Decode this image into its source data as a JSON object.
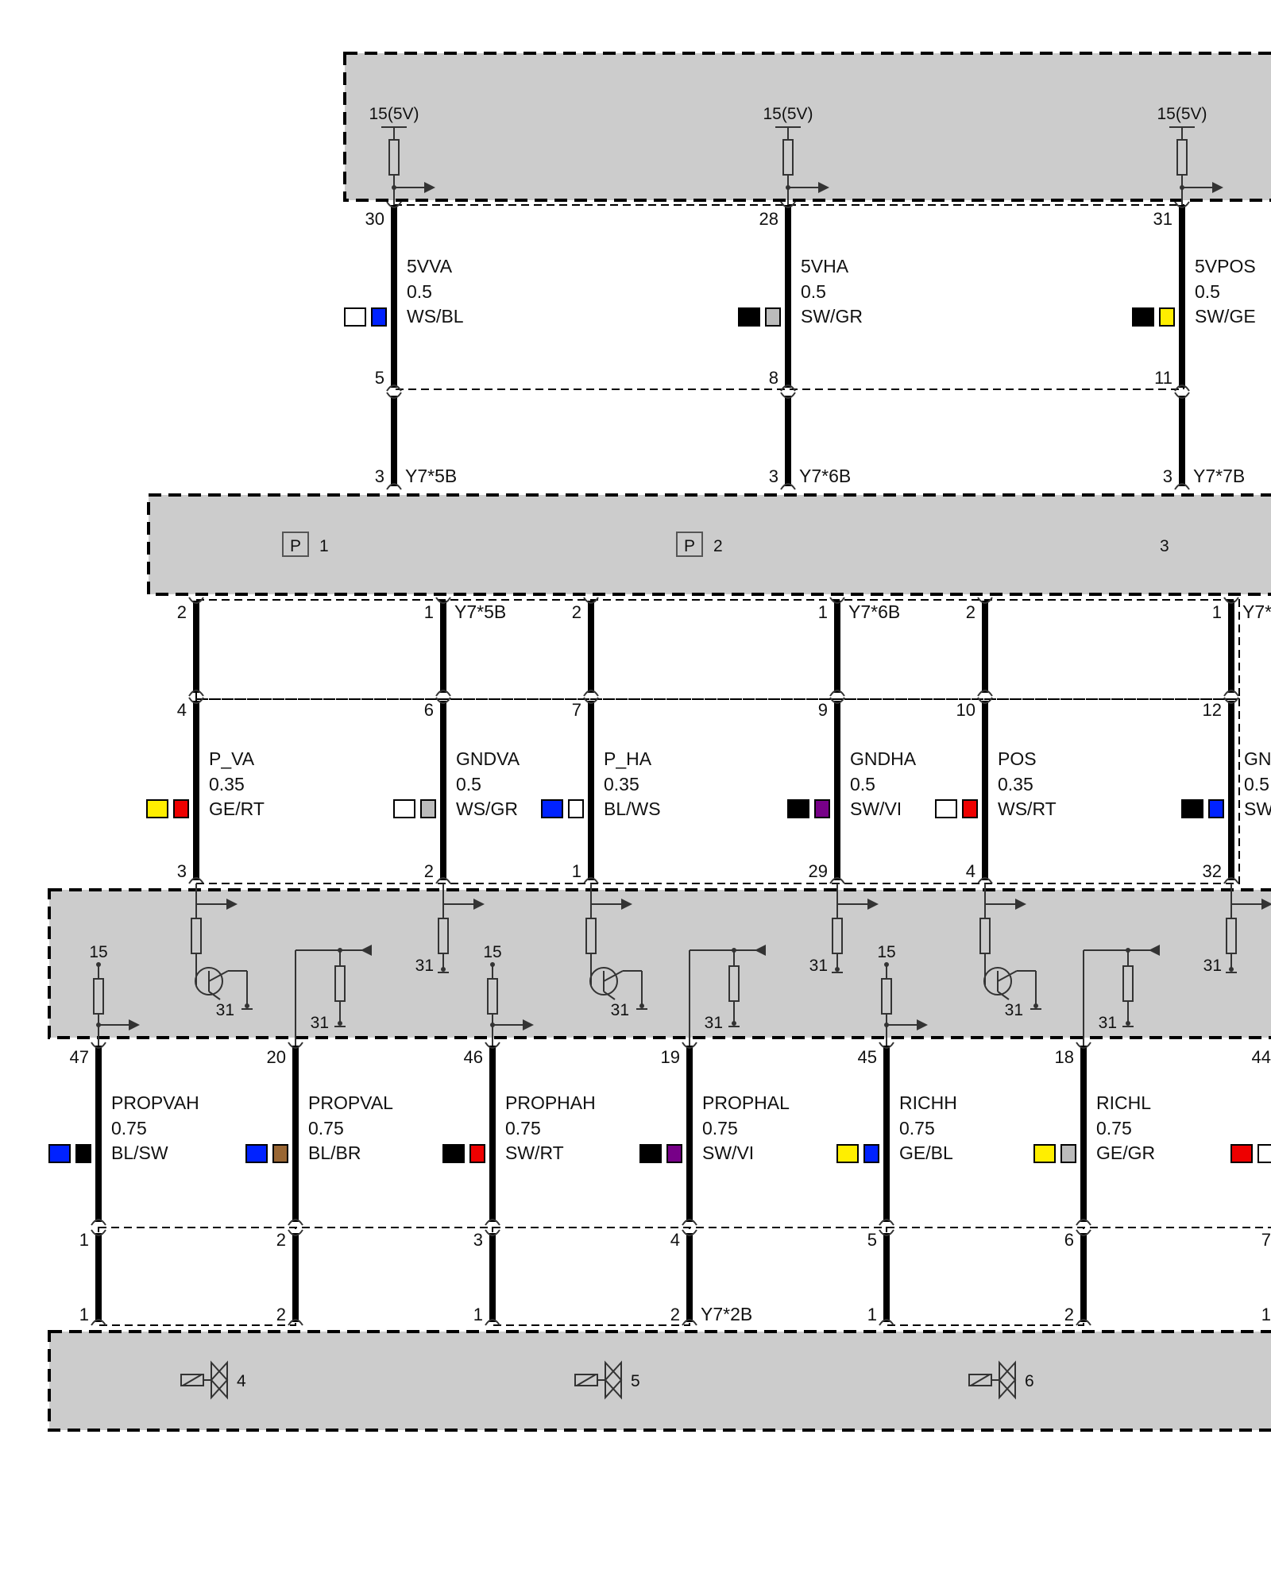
{
  "modules": {
    "top_supply_labels": [
      "15(5V)",
      "15(5V)",
      "15(5V)"
    ],
    "middle": {
      "items": [
        {
          "badge": "P",
          "number": "1"
        },
        {
          "badge": "P",
          "number": "2"
        },
        {
          "badge": "",
          "number": "3"
        }
      ]
    },
    "driver": {
      "ground_label": "31",
      "supply_label": "15"
    },
    "valves": [
      "4",
      "5",
      "6"
    ]
  },
  "wires_upper": [
    {
      "pin_top": "30",
      "pin_mid": "5",
      "pin_bottom": "3",
      "name": "5VVA",
      "size": "0.5",
      "color_code": "WS/BL",
      "colors": [
        "#ffffff",
        "#0022ff"
      ],
      "ref": "Y7*5B"
    },
    {
      "pin_top": "28",
      "pin_mid": "8",
      "pin_bottom": "3",
      "name": "5VHA",
      "size": "0.5",
      "color_code": "SW/GR",
      "colors": [
        "#000000",
        "#bbbbbb"
      ],
      "ref": "Y7*6B"
    },
    {
      "pin_top": "31",
      "pin_mid": "11",
      "pin_bottom": "3",
      "name": "5VPOS",
      "size": "0.5",
      "color_code": "SW/GE",
      "colors": [
        "#000000",
        "#ffee00"
      ],
      "ref": "Y7*7B"
    }
  ],
  "wires_middle": [
    {
      "pin_top": "2",
      "pin_mid": "4",
      "pin_bottom": "3",
      "name": "P_VA",
      "size": "0.35",
      "color_code": "GE/RT",
      "colors": [
        "#ffee00",
        "#ee0000"
      ],
      "ref": ""
    },
    {
      "pin_top": "1",
      "pin_mid": "6",
      "pin_bottom": "2",
      "name": "GNDVA",
      "size": "0.5",
      "color_code": "WS/GR",
      "colors": [
        "#ffffff",
        "#bbbbbb"
      ],
      "ref": "Y7*5B"
    },
    {
      "pin_top": "2",
      "pin_mid": "7",
      "pin_bottom": "1",
      "name": "P_HA",
      "size": "0.35",
      "color_code": "BL/WS",
      "colors": [
        "#0022ff",
        "#ffffff"
      ],
      "ref": ""
    },
    {
      "pin_top": "1",
      "pin_mid": "9",
      "pin_bottom": "29",
      "name": "GNDHA",
      "size": "0.5",
      "color_code": "SW/VI",
      "colors": [
        "#000000",
        "#770088"
      ],
      "ref": "Y7*6B"
    },
    {
      "pin_top": "2",
      "pin_mid": "10",
      "pin_bottom": "4",
      "name": "POS",
      "size": "0.35",
      "color_code": "WS/RT",
      "colors": [
        "#ffffff",
        "#ee0000"
      ],
      "ref": ""
    },
    {
      "pin_top": "1",
      "pin_mid": "12",
      "pin_bottom": "32",
      "name": "GN",
      "size": "0.5",
      "color_code": "SW",
      "colors": [
        "#000000",
        "#0022ff"
      ],
      "ref": "Y7*"
    }
  ],
  "wires_lower": [
    {
      "pin_top": "47",
      "pin_mid": "1",
      "pin_bottom": "1",
      "name": "PROPVAH",
      "size": "0.75",
      "color_code": "BL/SW",
      "colors": [
        "#0022ff",
        "#000000"
      ],
      "ref": ""
    },
    {
      "pin_top": "20",
      "pin_mid": "2",
      "pin_bottom": "2",
      "name": "PROPVAL",
      "size": "0.75",
      "color_code": "BL/BR",
      "colors": [
        "#0022ff",
        "#996633"
      ],
      "ref": ""
    },
    {
      "pin_top": "46",
      "pin_mid": "3",
      "pin_bottom": "1",
      "name": "PROPHAH",
      "size": "0.75",
      "color_code": "SW/RT",
      "colors": [
        "#000000",
        "#ee0000"
      ],
      "ref": ""
    },
    {
      "pin_top": "19",
      "pin_mid": "4",
      "pin_bottom": "2",
      "name": "PROPHAL",
      "size": "0.75",
      "color_code": "SW/VI",
      "colors": [
        "#000000",
        "#770088"
      ],
      "ref": "Y7*2B"
    },
    {
      "pin_top": "45",
      "pin_mid": "5",
      "pin_bottom": "1",
      "name": "RICHH",
      "size": "0.75",
      "color_code": "GE/BL",
      "colors": [
        "#ffee00",
        "#0022ff"
      ],
      "ref": ""
    },
    {
      "pin_top": "18",
      "pin_mid": "6",
      "pin_bottom": "2",
      "name": "RICHL",
      "size": "0.75",
      "color_code": "GE/GR",
      "colors": [
        "#ffee00",
        "#bbbbbb"
      ],
      "ref": ""
    },
    {
      "pin_top": "44",
      "pin_mid": "7",
      "pin_bottom": "1",
      "name": "",
      "size": "",
      "color_code": "",
      "colors": [
        "#ee0000",
        "#ffffff"
      ],
      "ref": ""
    }
  ]
}
